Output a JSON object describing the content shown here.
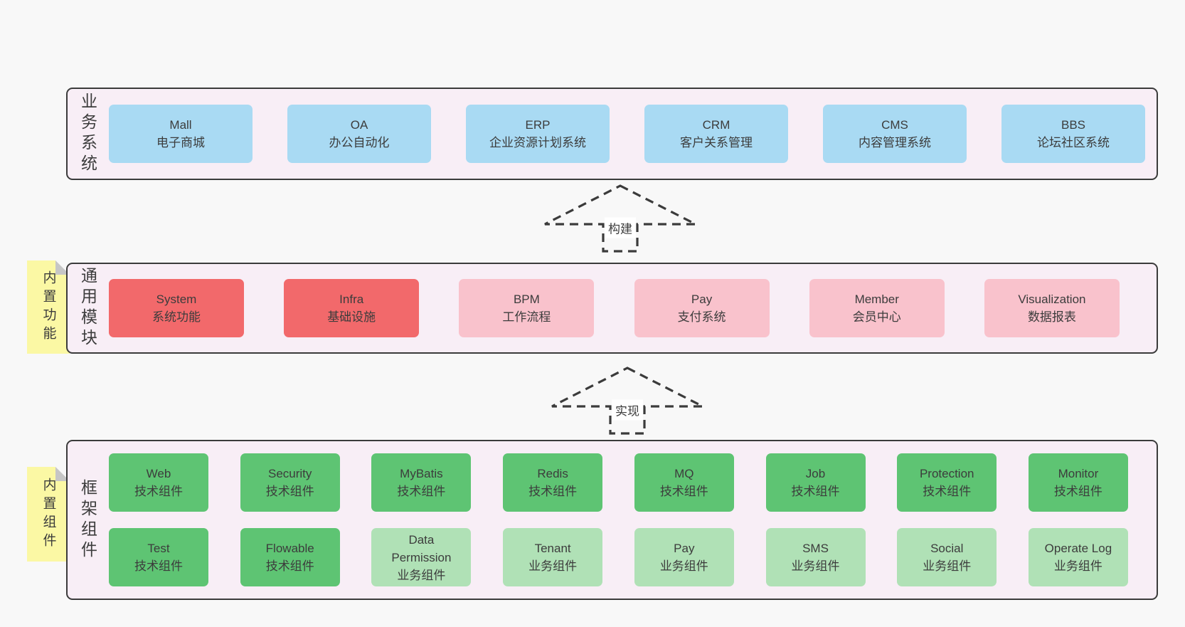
{
  "diagram": {
    "colors": {
      "page_bg": "#f8f8f8",
      "panel_bg": "#f8eef6",
      "border": "#3b3b3b",
      "text": "#3c3c3c",
      "note_yellow": "#fbf8a4",
      "blue": "#a9daf3",
      "red": "#f2696b",
      "pink": "#f9c2cc",
      "green": "#5ec473",
      "light_green": "#b0e1b6",
      "label_bg": "#ffffff"
    },
    "arrows": [
      {
        "label": "构建"
      },
      {
        "label": "实现"
      }
    ],
    "sections": [
      {
        "label": "业务系统",
        "rows": [
          [
            {
              "name": "Mall",
              "desc": "电子商城"
            },
            {
              "name": "OA",
              "desc": "办公自动化"
            },
            {
              "name": "ERP",
              "desc": "企业资源计划系统"
            },
            {
              "name": "CRM",
              "desc": "客户关系管理"
            },
            {
              "name": "CMS",
              "desc": "内容管理系统"
            },
            {
              "name": "BBS",
              "desc": "论坛社区系统"
            }
          ]
        ]
      },
      {
        "label": "通用模块",
        "note": "内置功能",
        "rows": [
          [
            {
              "name": "System",
              "desc": "系统功能"
            },
            {
              "name": "Infra",
              "desc": "基础设施"
            },
            {
              "name": "BPM",
              "desc": "工作流程"
            },
            {
              "name": "Pay",
              "desc": "支付系统"
            },
            {
              "name": "Member",
              "desc": "会员中心"
            },
            {
              "name": "Visualization",
              "desc": "数据报表"
            }
          ]
        ]
      },
      {
        "label": "框架组件",
        "note": "内置组件",
        "rows": [
          [
            {
              "name": "Web",
              "desc": "技术组件"
            },
            {
              "name": "Security",
              "desc": "技术组件"
            },
            {
              "name": "MyBatis",
              "desc": "技术组件"
            },
            {
              "name": "Redis",
              "desc": "技术组件"
            },
            {
              "name": "MQ",
              "desc": "技术组件"
            },
            {
              "name": "Job",
              "desc": "技术组件"
            },
            {
              "name": "Protection",
              "desc": "技术组件"
            },
            {
              "name": "Monitor",
              "desc": "技术组件"
            }
          ],
          [
            {
              "name": "Test",
              "desc": "技术组件"
            },
            {
              "name": "Flowable",
              "desc": "技术组件"
            },
            {
              "name": "Data Permission",
              "desc": "业务组件"
            },
            {
              "name": "Tenant",
              "desc": "业务组件"
            },
            {
              "name": "Pay",
              "desc": "业务组件"
            },
            {
              "name": "SMS",
              "desc": "业务组件"
            },
            {
              "name": "Social",
              "desc": "业务组件"
            },
            {
              "name": "Operate Log",
              "desc": "业务组件"
            }
          ]
        ]
      }
    ]
  }
}
